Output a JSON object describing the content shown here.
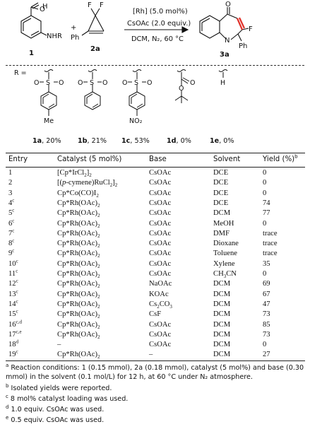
{
  "scheme": {
    "compound1_sub": "NHR",
    "compound1_label": "1",
    "plus": "+",
    "compound2_ph": "Ph",
    "compound2_label": "2a",
    "catalyst": "[Rh] (5.0 mol%)",
    "base": "CsOAc (2.0 equiv.)",
    "conditions": "DCM, N₂, 60 °C",
    "product_ph": "Ph",
    "product_label": "3a",
    "atoms": {
      "H": "H",
      "F": "F",
      "N": "N",
      "O": "O",
      "S": "S",
      "Me": "Me",
      "NO2": "NO₂"
    }
  },
  "rgroups": {
    "r_label": "R =",
    "items": [
      {
        "id": "1a",
        "yield": ", 20%"
      },
      {
        "id": "1b",
        "yield": ", 21%"
      },
      {
        "id": "1c",
        "yield": ", 53%"
      },
      {
        "id": "1d",
        "yield": ", 0%"
      },
      {
        "id": "1e",
        "yield": ", 0%"
      }
    ]
  },
  "table": {
    "headers": {
      "entry": "Entry",
      "catalyst": "Catalyst (5 mol%)",
      "base": "Base",
      "solvent": "Solvent",
      "yield": "Yield (%)",
      "yield_note": "b"
    },
    "rows": [
      {
        "entry": "1",
        "sup": "",
        "cat": "[Cp*IrCl2]2",
        "base": "CsOAc",
        "solvent": "DCE",
        "yield": "0"
      },
      {
        "entry": "2",
        "sup": "",
        "cat": "[(p-cymene)RuCl2]2",
        "base": "CsOAc",
        "solvent": "DCE",
        "yield": "0"
      },
      {
        "entry": "3",
        "sup": "",
        "cat": "Cp*Co(CO)I2",
        "base": "CsOAc",
        "solvent": "DCE",
        "yield": "0"
      },
      {
        "entry": "4",
        "sup": "c",
        "cat": "Cp*Rh(OAc)2",
        "base": "CsOAc",
        "solvent": "DCE",
        "yield": "74"
      },
      {
        "entry": "5",
        "sup": "c",
        "cat": "Cp*Rh(OAc)2",
        "base": "CsOAc",
        "solvent": "DCM",
        "yield": "77"
      },
      {
        "entry": "6",
        "sup": "c",
        "cat": "Cp*Rh(OAc)2",
        "base": "CsOAc",
        "solvent": "MeOH",
        "yield": "0"
      },
      {
        "entry": "7",
        "sup": "c",
        "cat": "Cp*Rh(OAc)2",
        "base": "CsOAc",
        "solvent": "DMF",
        "yield": "trace"
      },
      {
        "entry": "8",
        "sup": "c",
        "cat": "Cp*Rh(OAc)2",
        "base": "CsOAc",
        "solvent": "Dioxane",
        "yield": "trace"
      },
      {
        "entry": "9",
        "sup": "c",
        "cat": "Cp*Rh(OAc)2",
        "base": "CsOAc",
        "solvent": "Toluene",
        "yield": "trace"
      },
      {
        "entry": "10",
        "sup": "c",
        "cat": "Cp*Rh(OAc)2",
        "base": "CsOAc",
        "solvent": "Xylene",
        "yield": "35"
      },
      {
        "entry": "11",
        "sup": "c",
        "cat": "Cp*Rh(OAc)2",
        "base": "CsOAc",
        "solvent": "CH3CN",
        "yield": "0"
      },
      {
        "entry": "12",
        "sup": "c",
        "cat": "Cp*Rh(OAc)2",
        "base": "NaOAc",
        "solvent": "DCM",
        "yield": "69"
      },
      {
        "entry": "13",
        "sup": "c",
        "cat": "Cp*Rh(OAc)2",
        "base": "KOAc",
        "solvent": "DCM",
        "yield": "67"
      },
      {
        "entry": "14",
        "sup": "c",
        "cat": "Cp*Rh(OAc)2",
        "base": "Cs2CO3",
        "solvent": "DCM",
        "yield": "47"
      },
      {
        "entry": "15",
        "sup": "c",
        "cat": "Cp*Rh(OAc)2",
        "base": "CsF",
        "solvent": "DCM",
        "yield": "73"
      },
      {
        "entry": "16",
        "sup": "c,d",
        "cat": "Cp*Rh(OAc)2",
        "base": "CsOAc",
        "solvent": "DCM",
        "yield": "85"
      },
      {
        "entry": "17",
        "sup": "c,e",
        "cat": "Cp*Rh(OAc)2",
        "base": "CsOAc",
        "solvent": "DCM",
        "yield": "73"
      },
      {
        "entry": "18",
        "sup": "d",
        "cat": "–",
        "base": "CsOAc",
        "solvent": "DCM",
        "yield": "0"
      },
      {
        "entry": "19",
        "sup": "c",
        "cat": "Cp*Rh(OAc)2",
        "base": "–",
        "solvent": "DCM",
        "yield": "27"
      }
    ]
  },
  "footnotes": {
    "a_mark": "a",
    "a_text": "Reaction conditions: 1 (0.15 mmol), 2a (0.18 mmol), catalyst (5 mol%) and base (0.30 mmol) in the solvent (0.1 mol/L) for 12 h, at 60 °C under N₂ atmosphere.",
    "b_mark": "b",
    "b_text": "Isolated yields were reported.",
    "c_mark": "c",
    "c_text": "8 mol% catalyst loading was used.",
    "d_mark": "d",
    "d_text": "1.0 equiv. CsOAc was used.",
    "e_mark": "e",
    "e_text": "0.5 equiv. CsOAc was used."
  },
  "colors": {
    "ink": "#111111",
    "product_double_bond": "#e0312a"
  }
}
